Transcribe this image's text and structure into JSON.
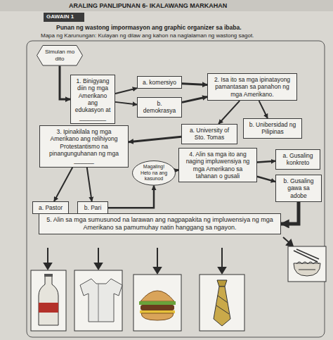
{
  "diagram": {
    "nodes": [
      {
        "text": [
          "Simulan mo dito"
        ]
      },
      {
        "text": [
          "1. Binigyang diin ng mga Amerikano ang edukasyon at ________"
        ]
      },
      {
        "text": [
          "a. komersiyo"
        ]
      },
      {
        "text": [
          "b. demokrasya"
        ]
      },
      {
        "text": [
          "2. Isa ito sa mga ipinatayong pamantasan sa panahon ng mga Amerikano."
        ]
      },
      {
        "text": [
          "a. University of Sto. Tomas"
        ]
      },
      {
        "text": [
          "b. Unibersidad ng Pilipinas"
        ]
      },
      {
        "text": [
          "3. Ipinakilala ng mga Amerikano ang relihiyong Protestantismo na pinangunguhanan ng mga ______"
        ]
      },
      {
        "text": [
          "Magaling! Heto na ang kasunod"
        ]
      },
      {
        "text": [
          "4. Alin sa mga ito ang naging impluwensiya ng mga Amerikano sa tahanan o gusali"
        ]
      },
      {
        "text": [
          "a. Gusaling konkreto"
        ]
      },
      {
        "text": [
          "b. Gusaling gawa sa adobe"
        ]
      },
      {
        "text": [
          "a. Pastor"
        ]
      },
      {
        "text": [
          "b. Pari"
        ]
      },
      {
        "text": [
          "5. Alin sa mga sumusunod na larawan ang nagpapakita ng impluwensiya ng mga Amerikano sa pamumuhay natin hanggang sa ngayon."
        ]
      }
    ],
    "edges": [
      {
        "from": 0,
        "to": 1,
        "arrow": "to"
      },
      {
        "from": 1,
        "to": 2,
        "arrow": "to"
      },
      {
        "from": 1,
        "to": 3,
        "arrow": "to"
      },
      {
        "from": 2,
        "to": 4,
        "arrow": "to"
      },
      {
        "from": 3,
        "to": 4,
        "arrow": "to"
      },
      {
        "from": 4,
        "to": 5,
        "arrow": "to"
      },
      {
        "from": 4,
        "to": 6,
        "arrow": "to"
      },
      {
        "from": 5,
        "to": 7,
        "arrow": "to"
      },
      {
        "from": 7,
        "to": 12,
        "arrow": "to"
      },
      {
        "from": 7,
        "to": 13,
        "arrow": "to"
      },
      {
        "from": 13,
        "to": 8,
        "arrow": "to"
      },
      {
        "from": 8,
        "to": 9,
        "arrow": "to"
      },
      {
        "from": 9,
        "to": 10,
        "arrow": "to"
      },
      {
        "from": 9,
        "to": 11,
        "arrow": "to"
      },
      {
        "from": 11,
        "to": 14,
        "arrow": "to"
      }
    ],
    "labels": [
      "ARALING PANLIPUNAN 6- IKALAWANG MARKAHAN",
      "GAWAIN 1",
      "Punan ng wastong impormasyon ang graphic organizer sa ibaba.",
      "Mapa ng Karunungan: Kulayan ng dilaw ang kahon na naglalaman ng wastong sagot."
    ]
  }
}
